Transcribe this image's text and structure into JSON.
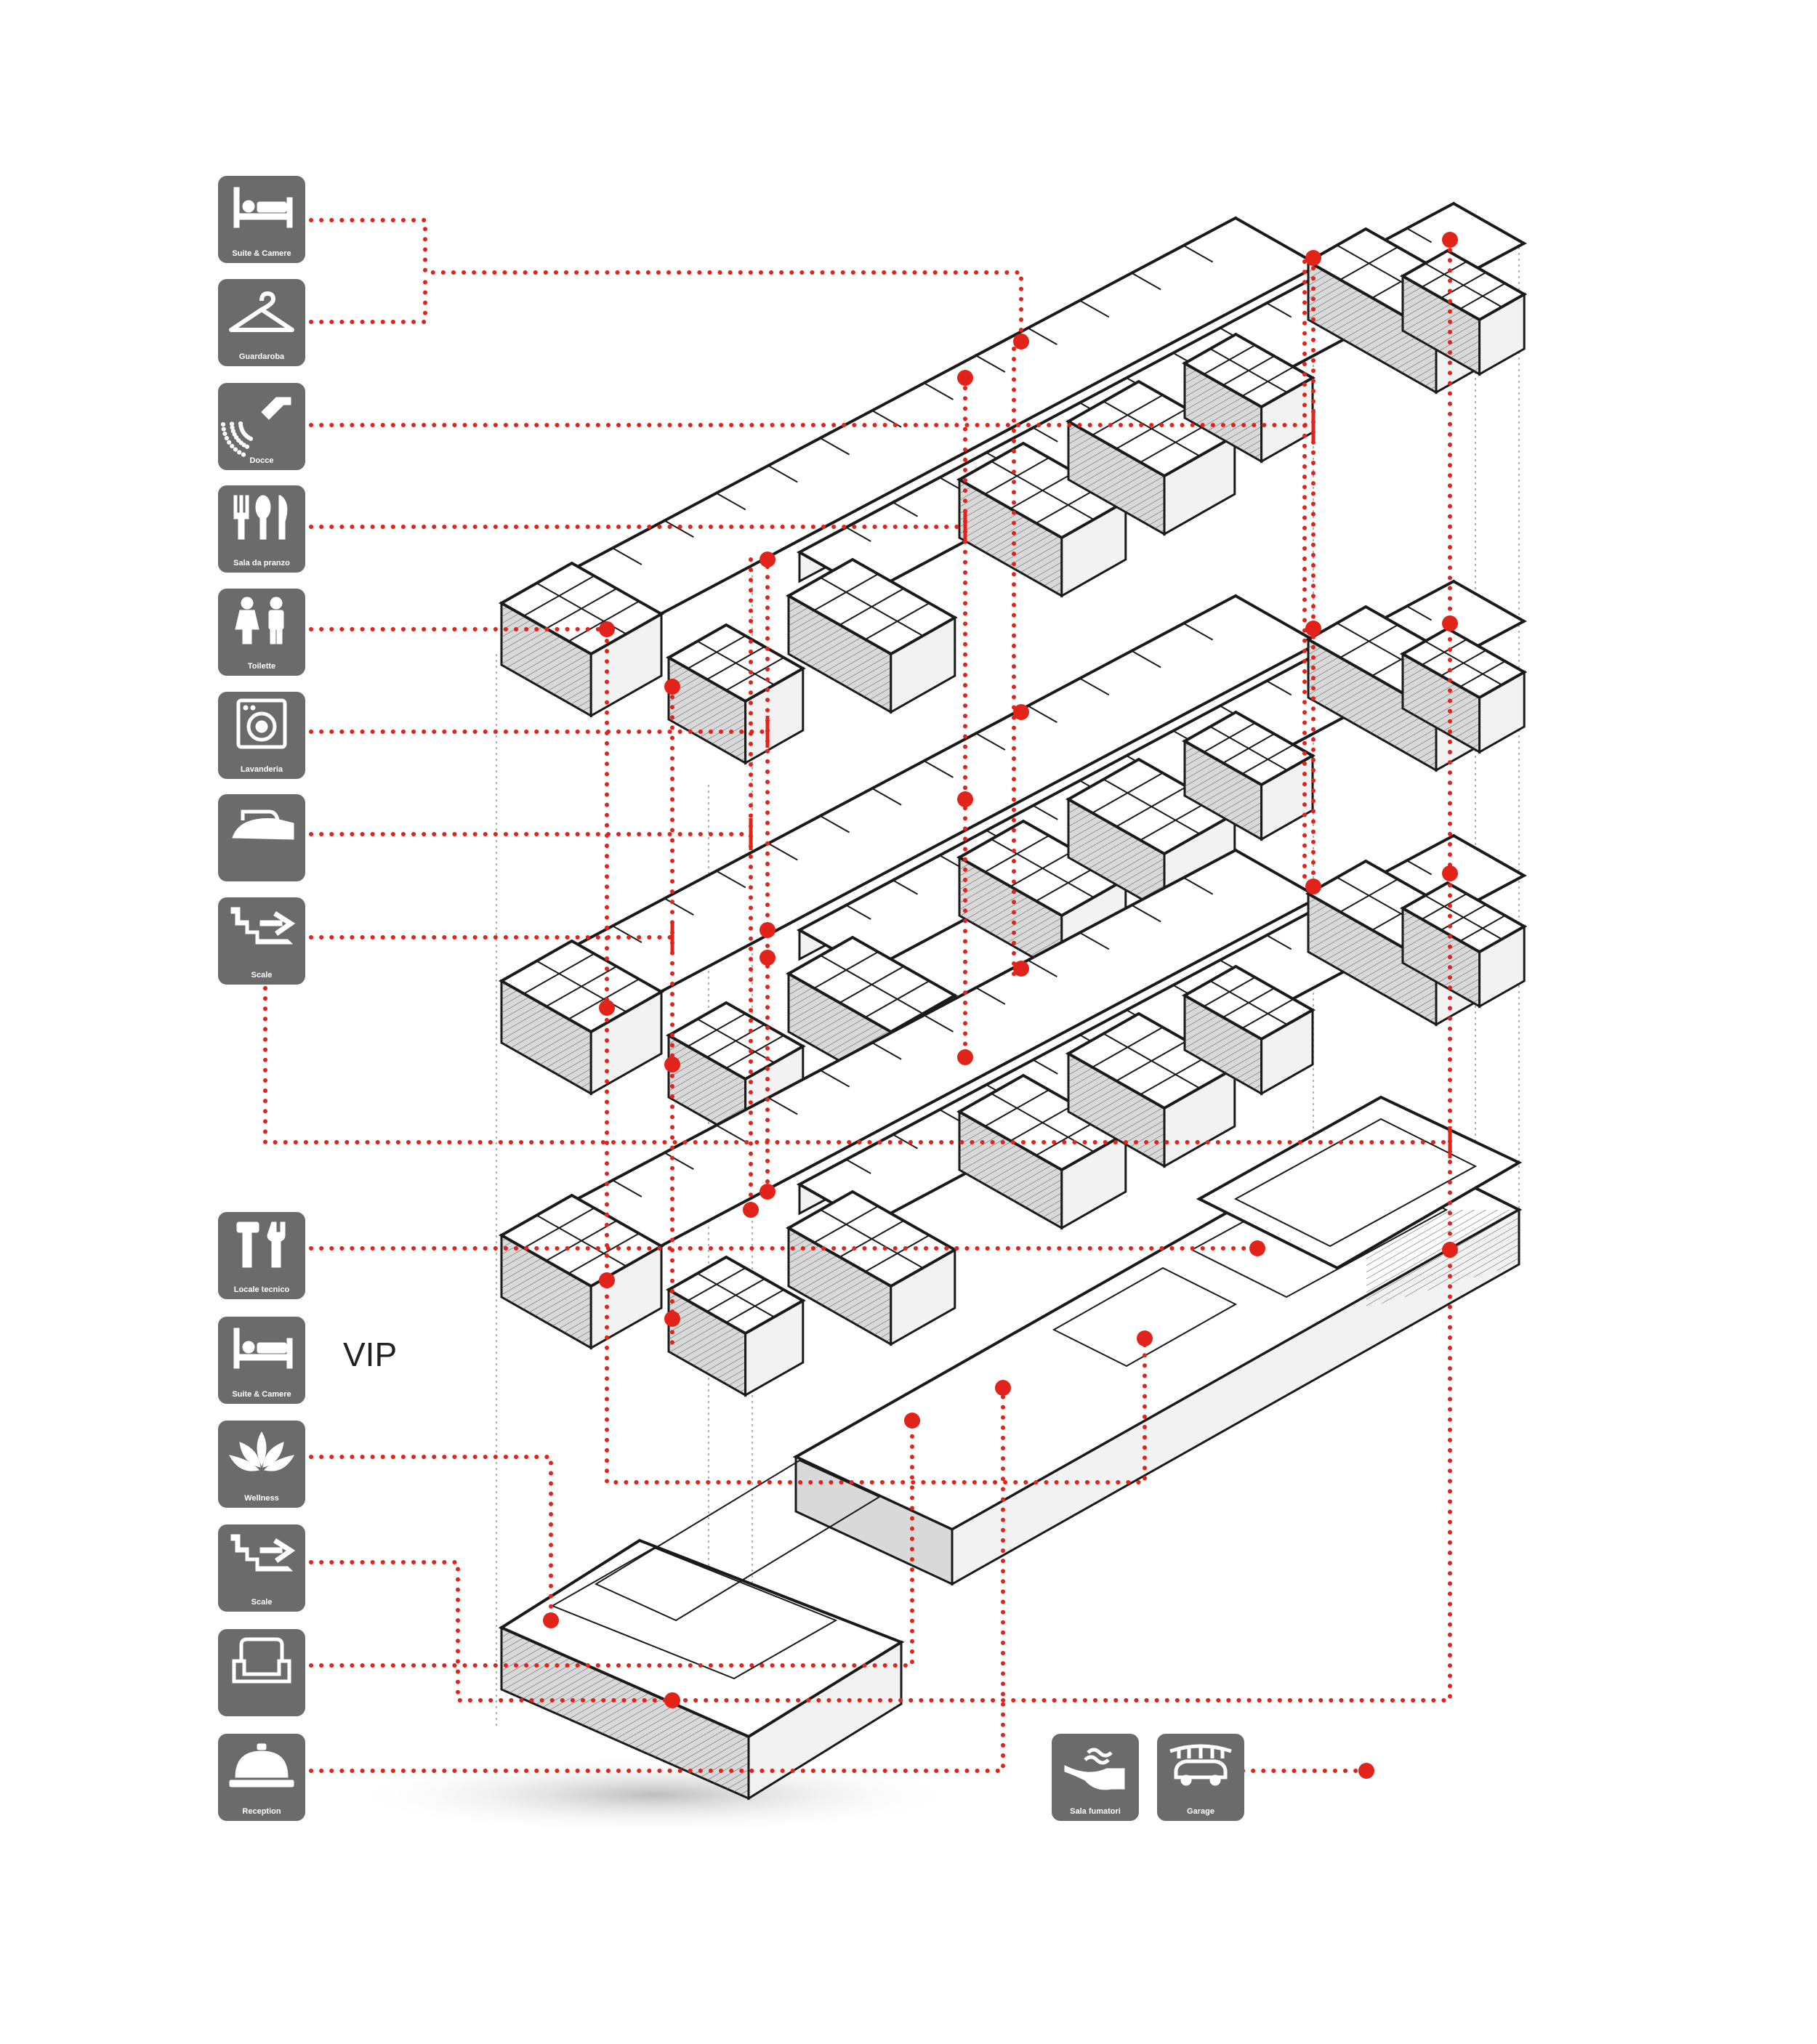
{
  "legend_icons": [
    {
      "id": "suite-camere-1",
      "icon": "bed-icon",
      "label": "Suite & Camere"
    },
    {
      "id": "guardaroba",
      "icon": "hanger-icon",
      "label": "Guardaroba"
    },
    {
      "id": "docce",
      "icon": "shower-icon",
      "label": "Docce"
    },
    {
      "id": "sala-da-pranzo",
      "icon": "cutlery-icon",
      "label": "Sala da pranzo"
    },
    {
      "id": "toilette",
      "icon": "toilet-people-icon",
      "label": "Toilette"
    },
    {
      "id": "lavanderia",
      "icon": "washing-machine-icon",
      "label": "Lavanderia"
    },
    {
      "id": "stireria",
      "icon": "iron-icon",
      "label": ""
    },
    {
      "id": "scale-1",
      "icon": "stairs-icon",
      "label": "Scale"
    },
    {
      "id": "locale-tecnico",
      "icon": "tools-icon",
      "label": "Locale tecnico"
    },
    {
      "id": "suite-camere-2",
      "icon": "bed-icon",
      "label": "Suite & Camere"
    },
    {
      "id": "wellness",
      "icon": "lotus-icon",
      "label": "Wellness"
    },
    {
      "id": "scale-2",
      "icon": "stairs-icon",
      "label": "Scale"
    },
    {
      "id": "lounge",
      "icon": "armchair-icon",
      "label": ""
    },
    {
      "id": "reception",
      "icon": "service-bell-icon",
      "label": "Reception"
    },
    {
      "id": "sala-fumatori",
      "icon": "pipe-icon",
      "label": "Sala fumatori"
    },
    {
      "id": "garage",
      "icon": "car-icon",
      "label": "Garage"
    }
  ],
  "vip_label": "VIP",
  "colors": {
    "icon_bg": "#6b6b6b",
    "route": "#e2231a",
    "ink": "#1a1a1a"
  }
}
